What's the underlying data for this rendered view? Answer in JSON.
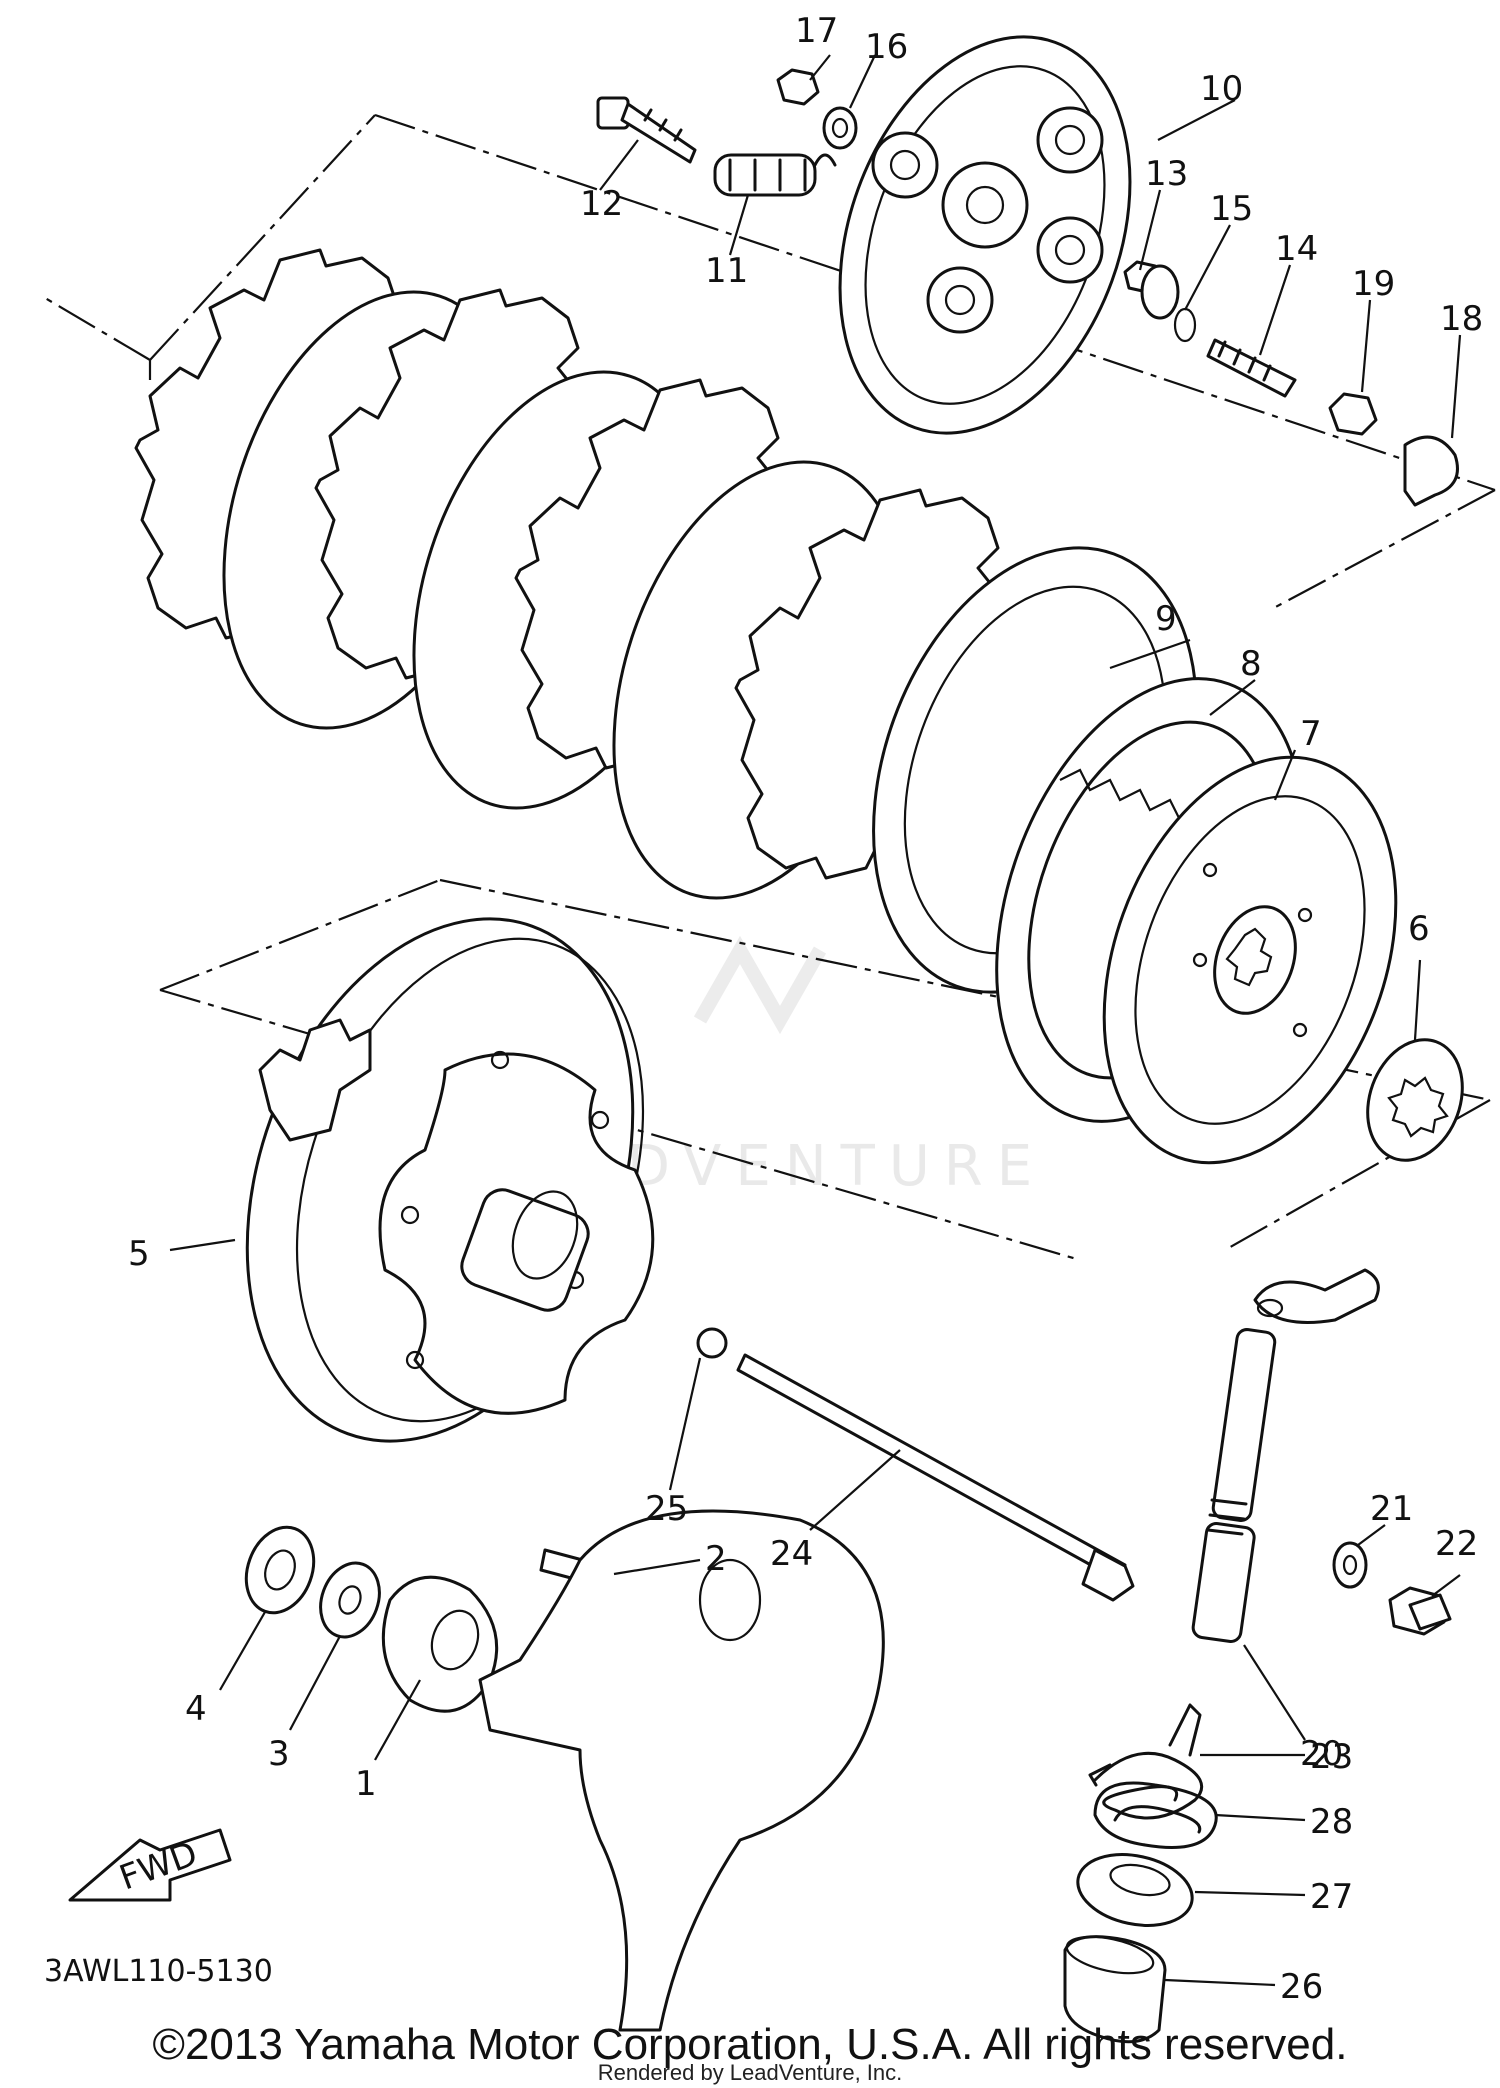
{
  "diagram": {
    "reference_code": "3AWL110-5130",
    "copyright": "©2013 Yamaha Motor Corporation, U.S.A. All rights reserved.",
    "rendered_by": "Rendered by LeadVenture, Inc.",
    "watermark": "LEADVENTURE",
    "fwd_label": "FWD",
    "callouts": {
      "c1": "1",
      "c2": "2",
      "c3": "3",
      "c4": "4",
      "c5": "5",
      "c6": "6",
      "c7": "7",
      "c8": "8",
      "c9": "9",
      "c10": "10",
      "c11": "11",
      "c12": "12",
      "c13": "13",
      "c14": "14",
      "c15": "15",
      "c16": "16",
      "c17": "17",
      "c18": "18",
      "c19": "19",
      "c20": "20",
      "c21": "21",
      "c22": "22",
      "c23": "23",
      "c24": "24",
      "c25": "25",
      "c26": "26",
      "c27": "27",
      "c28": "28"
    }
  }
}
